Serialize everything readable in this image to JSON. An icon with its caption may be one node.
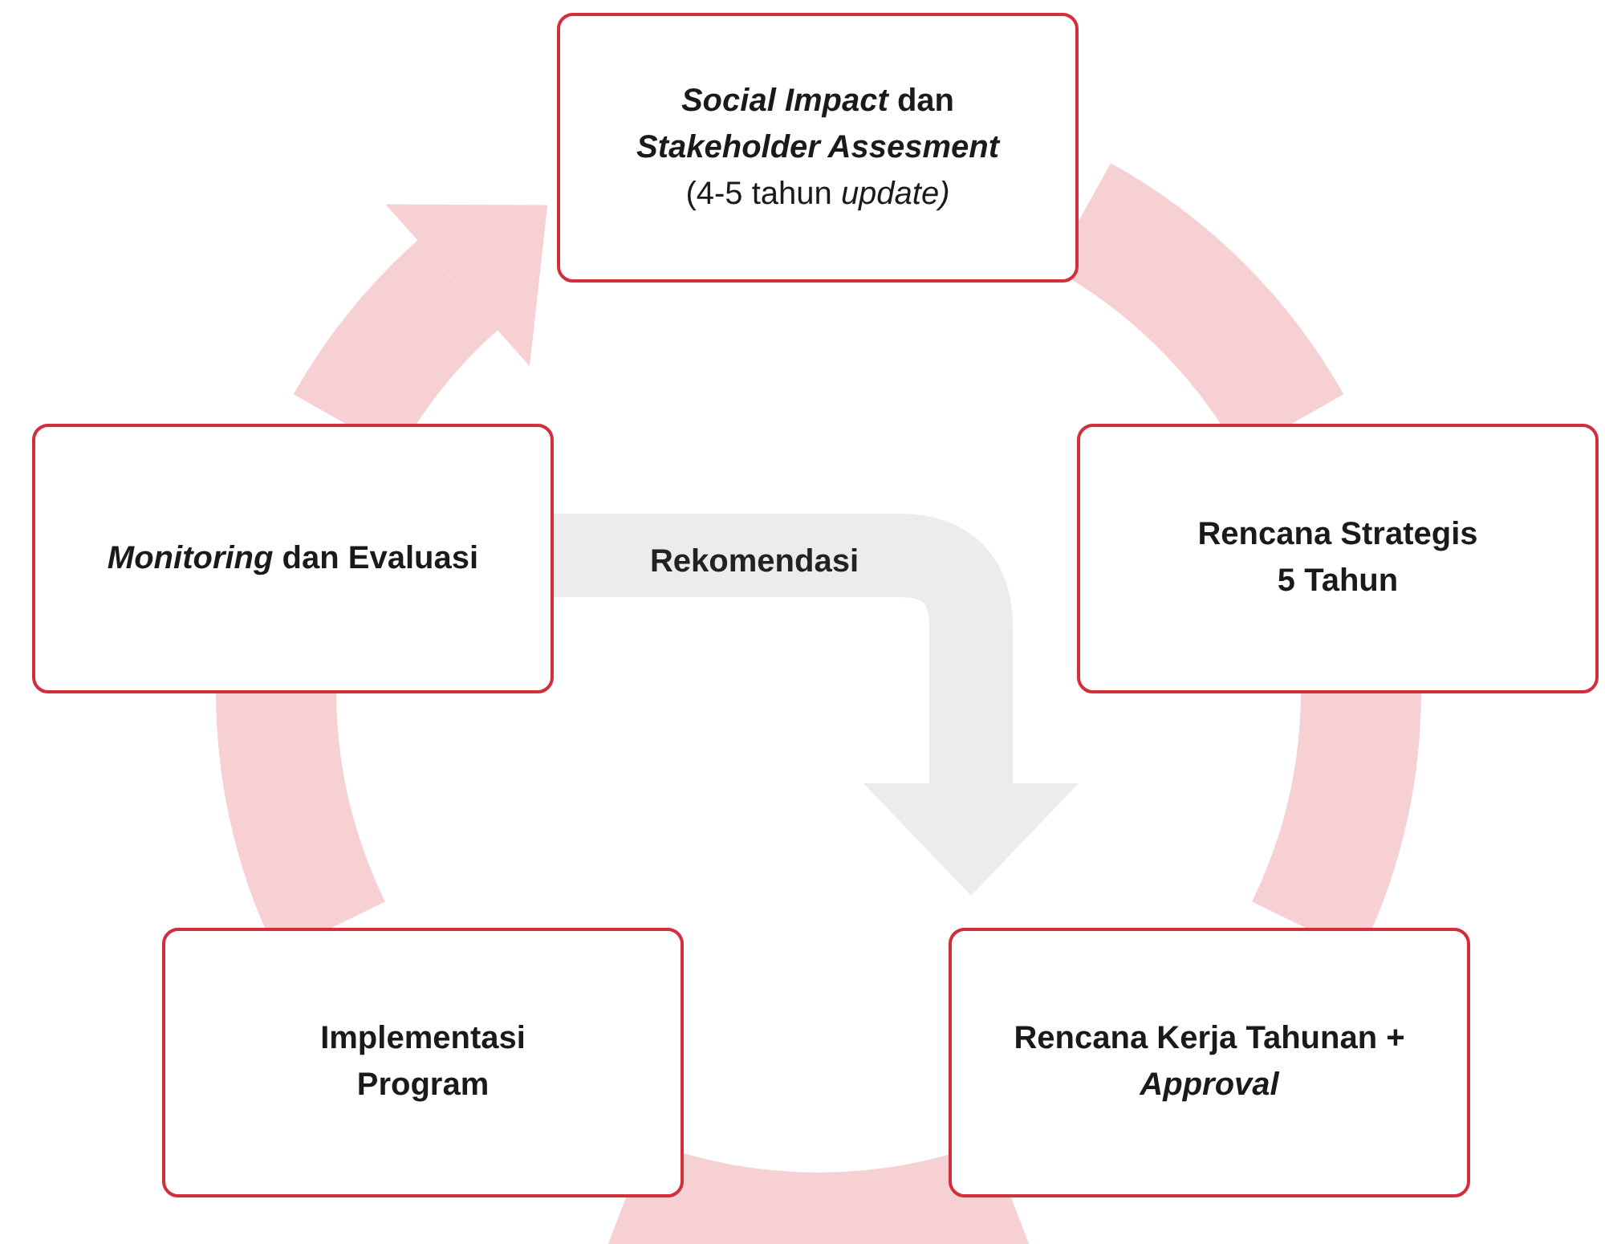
{
  "diagram": {
    "nodes": [
      {
        "text": [
          "*Social Impact* dan *Stakeholder Assesment*",
          "(4-5 tahun *update)*"
        ]
      },
      {
        "text": [
          "*Monitoring* dan Evaluasi"
        ]
      },
      {
        "text": [
          "Rencana Strategis 5 Tahun"
        ]
      },
      {
        "text": [
          "Implementasi Program"
        ]
      },
      {
        "text": [
          "Rencana Kerja Tahunan + *Approval*"
        ]
      }
    ],
    "edges": [
      {
        "from": 0,
        "to": 2,
        "arrow": "none"
      },
      {
        "from": 2,
        "to": 4,
        "arrow": "none"
      },
      {
        "from": 4,
        "to": 3,
        "arrow": "none"
      },
      {
        "from": 3,
        "to": 1,
        "arrow": "none"
      },
      {
        "from": 1,
        "to": 0,
        "arrow": "to"
      },
      {
        "from": 1,
        "to": 4,
        "arrow": "to",
        "label": "Rekomendasi",
        "color": "#ececec"
      }
    ]
  }
}
